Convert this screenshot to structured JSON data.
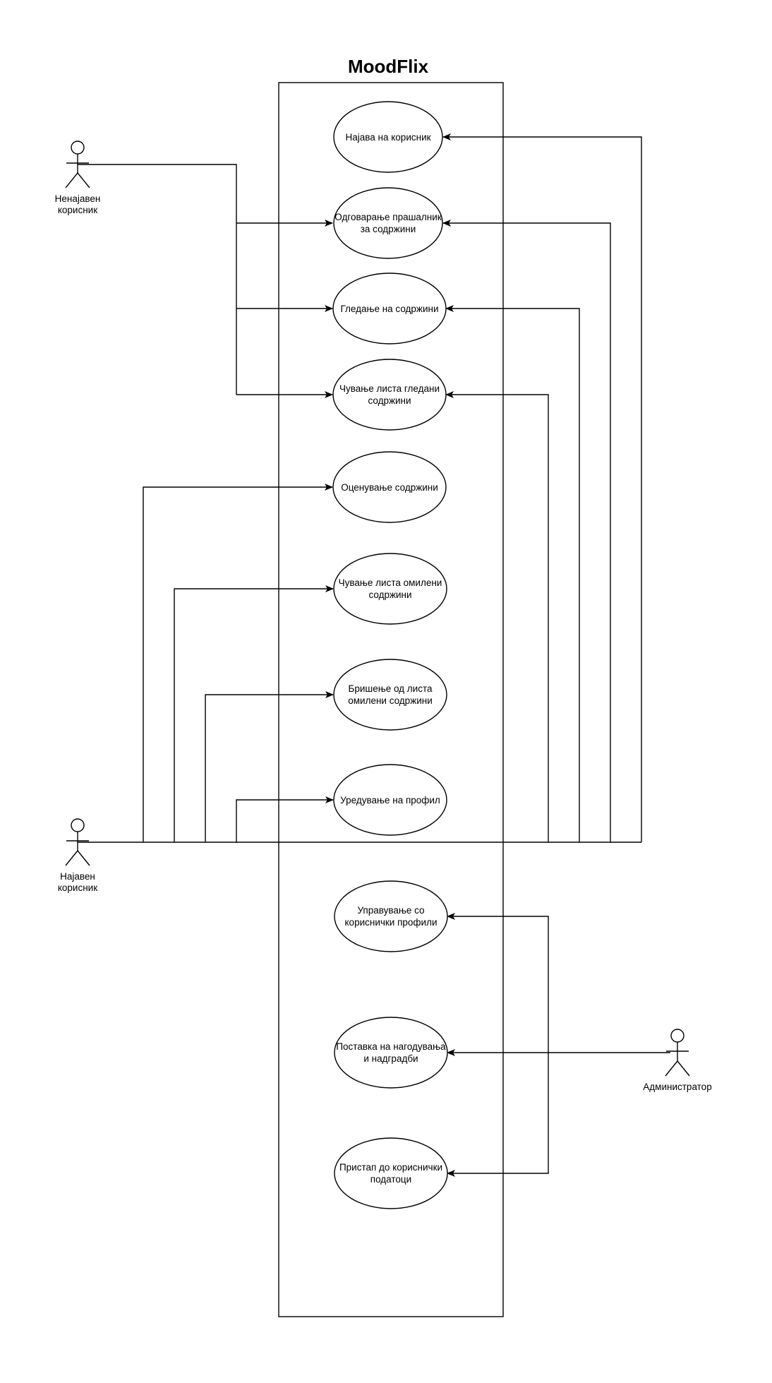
{
  "system": {
    "title": "MoodFlix"
  },
  "use_cases": {
    "login": [
      "Најава на корисник"
    ],
    "questionnaire": [
      "Одговарање прашалник",
      "за содржини"
    ],
    "watch": [
      "Гледање на содржини"
    ],
    "save_watched": [
      "Чување листа гледани",
      "содржини"
    ],
    "rate": [
      "Оценување содржини"
    ],
    "save_favorites": [
      "Чување листа омилени",
      "содржини"
    ],
    "delete_favorites": [
      "Бришење од листа",
      "омилени содржини"
    ],
    "edit_profile": [
      "Уредување на профил"
    ],
    "manage_profiles": [
      "Управување со",
      "кориснички профили"
    ],
    "notifications": [
      "Поставка на нагодувања",
      "и надградби"
    ],
    "user_data": [
      "Пристап до кориснички",
      "податоци"
    ]
  },
  "actors": {
    "guest": [
      "Ненајавен",
      "корисник"
    ],
    "registered": [
      "Најавен",
      "корисник"
    ],
    "admin": [
      "Администратор"
    ]
  }
}
